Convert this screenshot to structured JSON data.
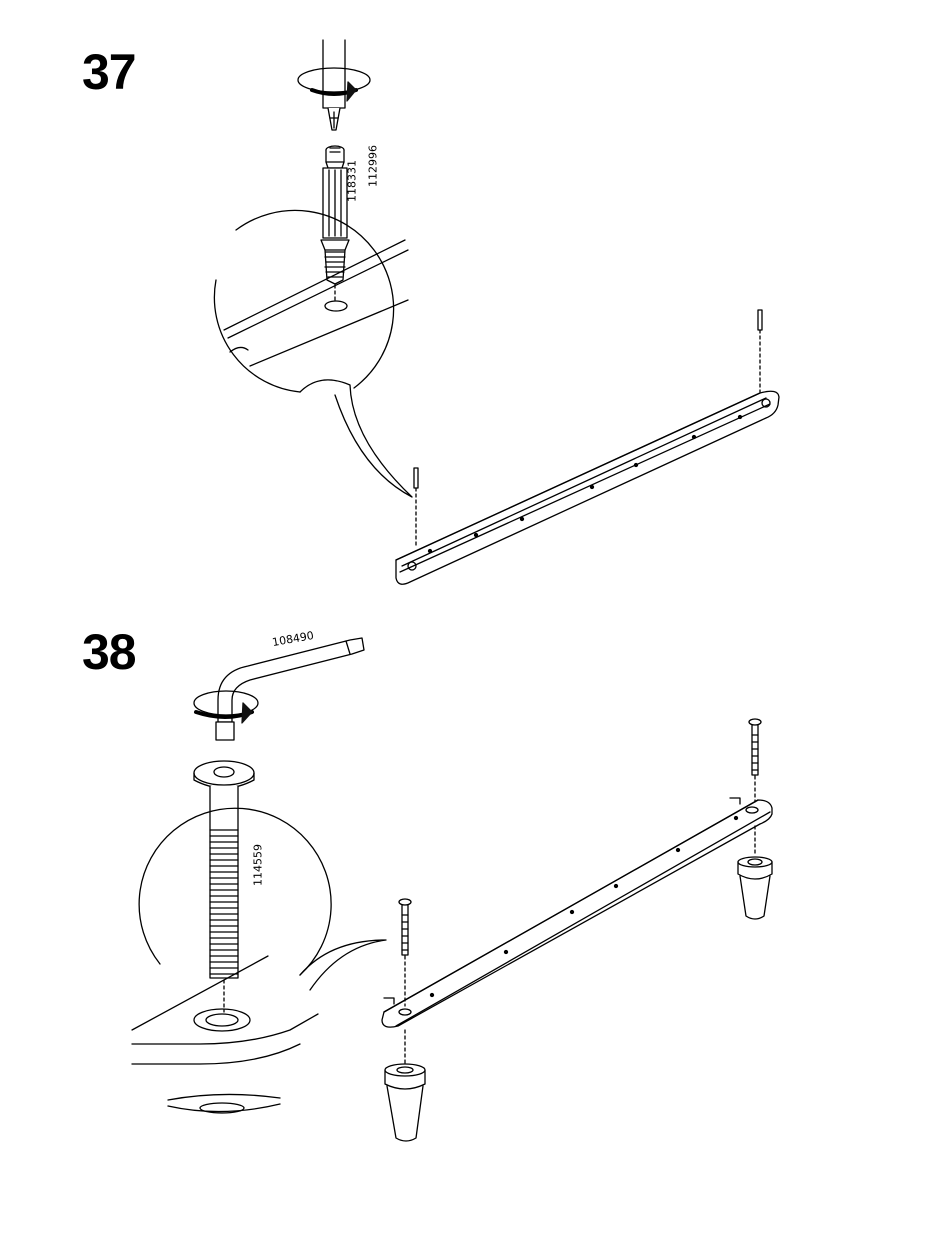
{
  "steps": [
    {
      "number": "37",
      "part_codes": [
        "118331",
        "112996"
      ],
      "icons": [
        "screwdriver-icon",
        "rotate-arrow-icon",
        "dowel-screw-icon",
        "rail-icon"
      ]
    },
    {
      "number": "38",
      "part_codes": [
        "108490",
        "114559"
      ],
      "icons": [
        "allen-key-icon",
        "rotate-arrow-icon",
        "bolt-icon",
        "rail-icon",
        "foot-icon"
      ]
    }
  ],
  "colors": {
    "ink": "#000000",
    "paper": "#ffffff",
    "arrow": "#111111"
  }
}
